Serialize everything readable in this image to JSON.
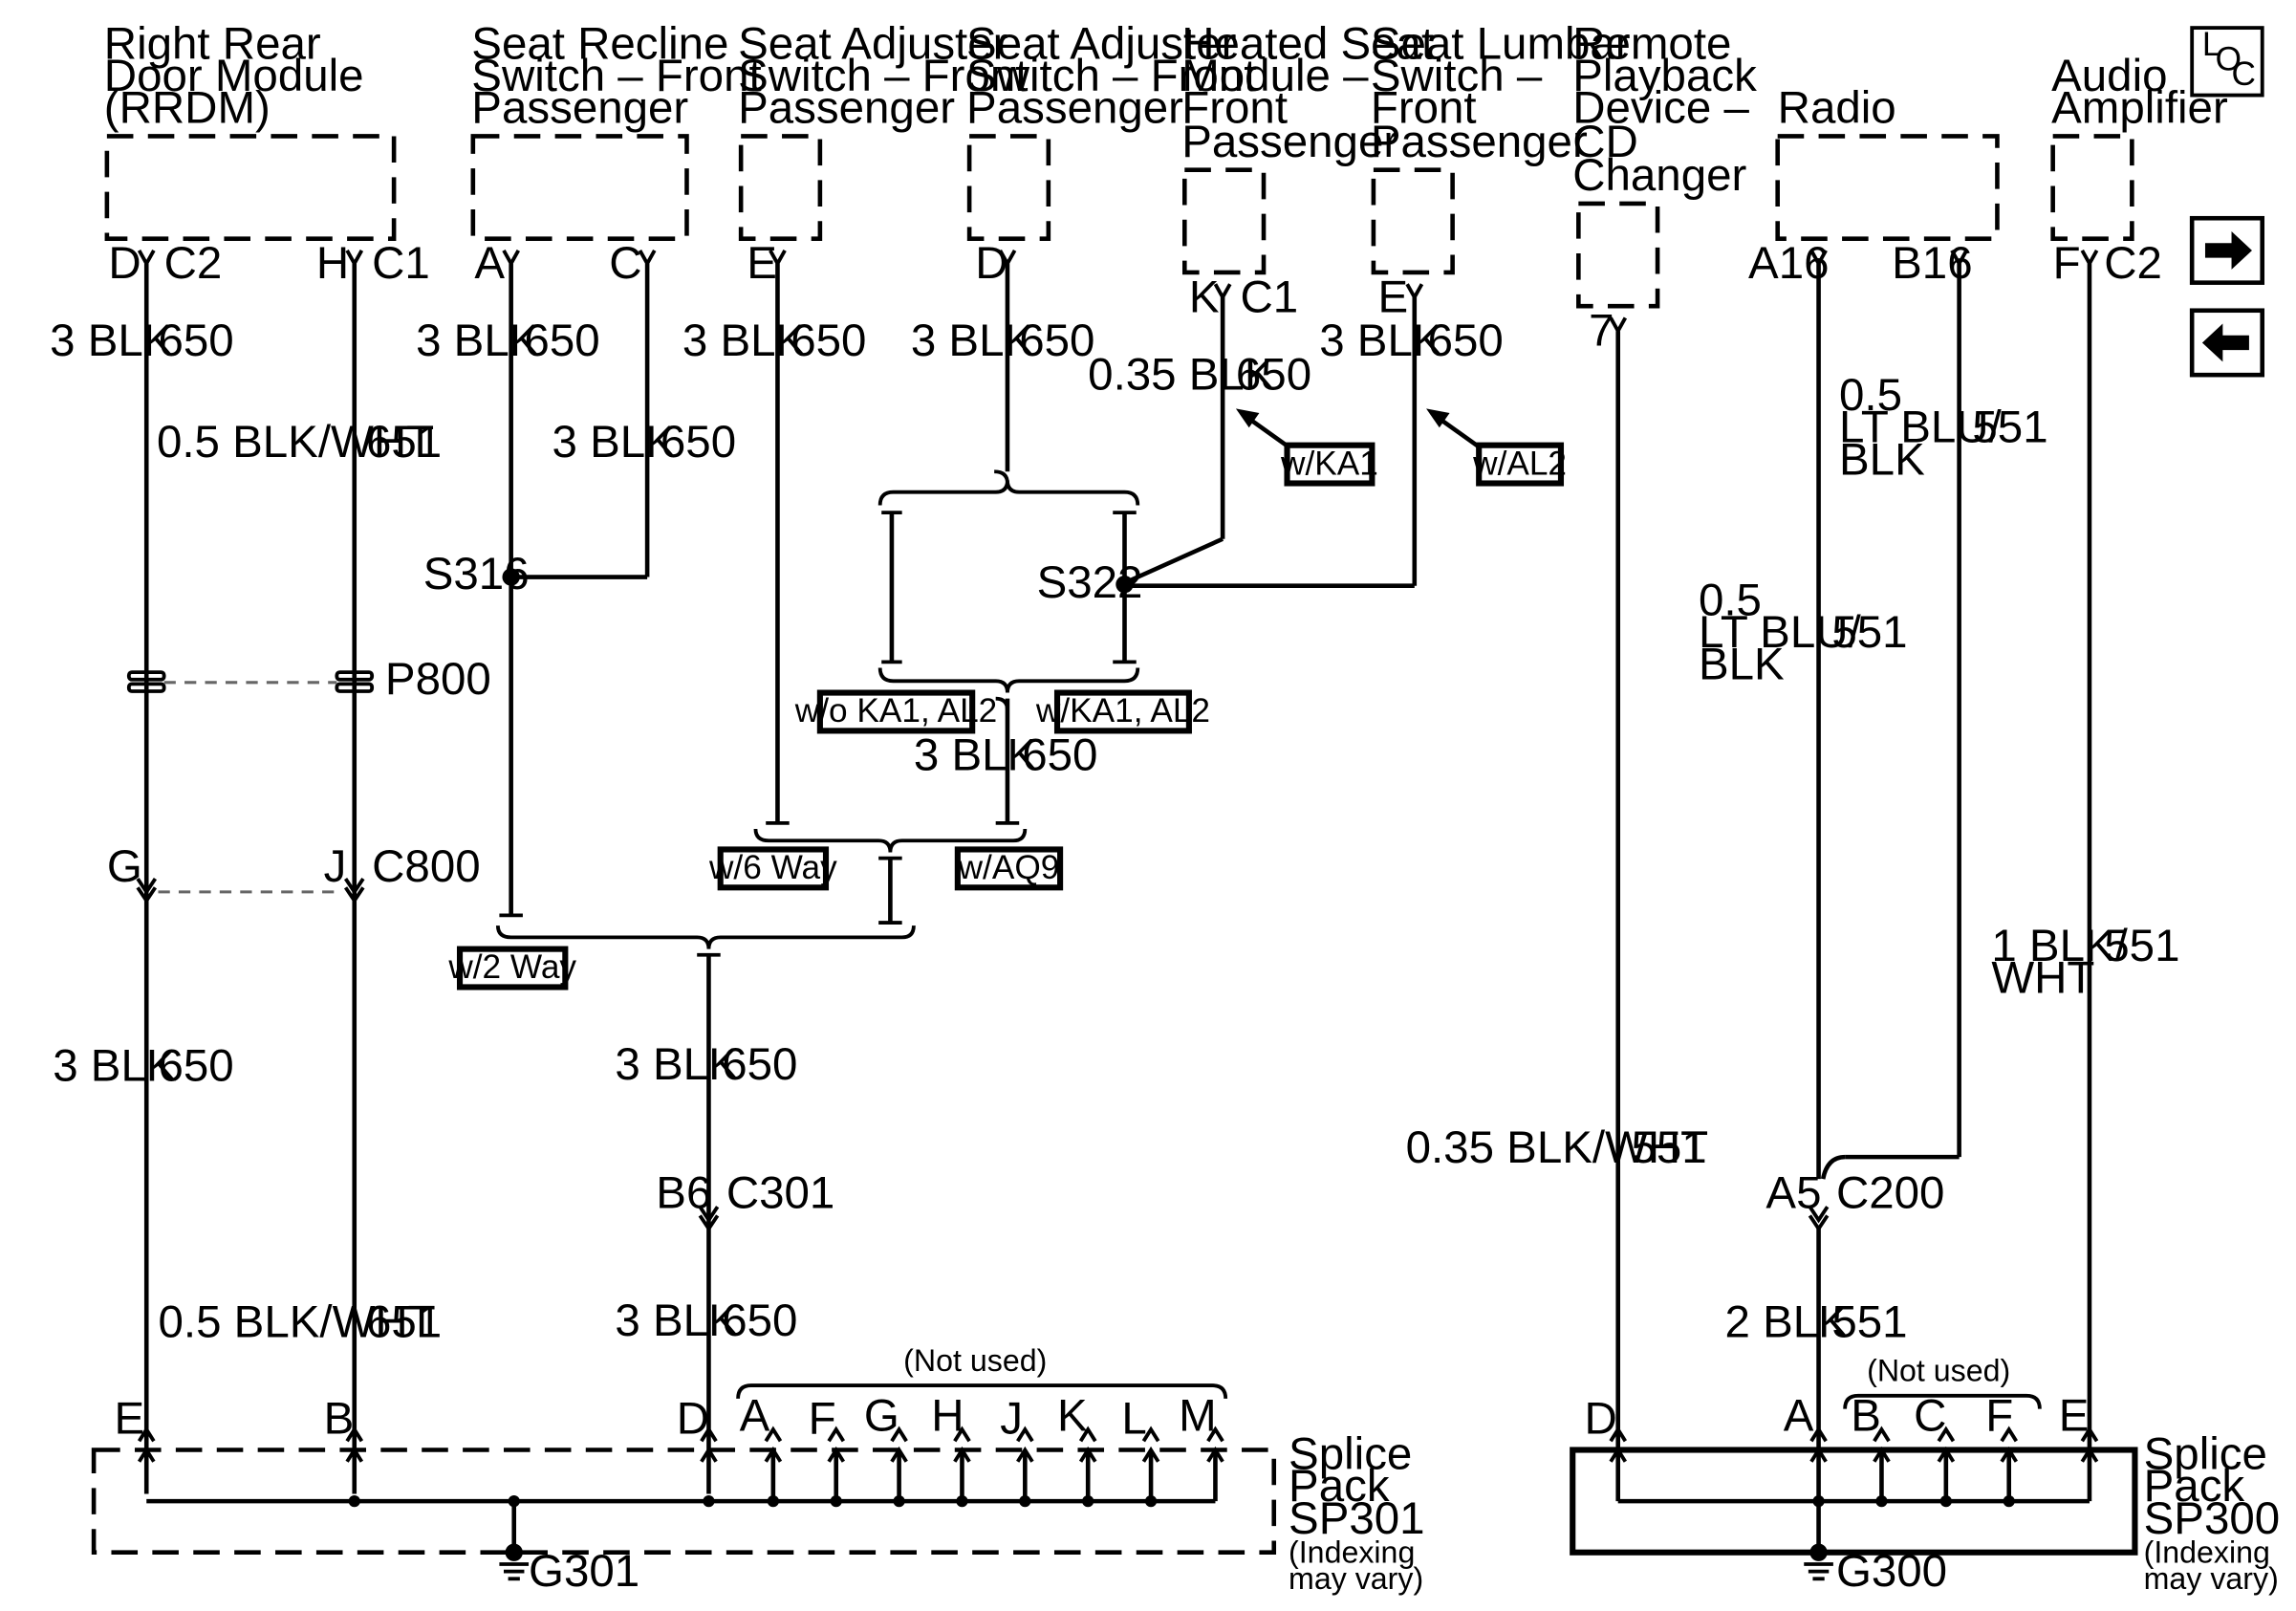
{
  "components": {
    "rrdm": [
      "Right Rear",
      "Door Module",
      "(RRDM)"
    ],
    "seat_recline": [
      "Seat Recline",
      "Switch – Front",
      "Passenger"
    ],
    "seat_adjuster_e": [
      "Seat Adjuster",
      "Switch – Front",
      "Passenger"
    ],
    "seat_adjuster_d": [
      "Seat Adjuster",
      "Switch – Front",
      "Passenger"
    ],
    "heated_seat": [
      "Heated Seat",
      "Module –",
      "Front",
      "Passenger"
    ],
    "seat_lumbar": [
      "Seat Lumbar",
      "Switch –",
      "Front",
      "Passenger"
    ],
    "cd_changer": [
      "Remote",
      "Playback",
      "Device –",
      "CD",
      "Changer"
    ],
    "radio": [
      "Radio"
    ],
    "amplifier": [
      "Audio",
      "Amplifier"
    ]
  },
  "pins": {
    "rrdm_d": "D",
    "rrdm_c2": "C2",
    "rrdm_h": "H",
    "rrdm_c1": "C1",
    "recline_a": "A",
    "recline_c": "C",
    "adjuster_e": "E",
    "adjuster_d": "D",
    "heated_k": "K",
    "heated_c1": "C1",
    "lumbar_e": "E",
    "cd_7": "7",
    "radio_a16": "A16",
    "radio_b16": "B16",
    "amp_f": "F",
    "amp_c2": "C2"
  },
  "wires": {
    "w650_blk3": "3 BLK",
    "w650_circuit": "650",
    "w651_bw": "0.5 BLK/WHT",
    "w651_circuit": "651",
    "w650_035": "0.35 BLK",
    "w551_ltblu_1": "0.5",
    "w551_ltblu_2": "LT BLU/",
    "w551_ltblu_3": "BLK",
    "w551_circuit": "551",
    "w551_035bw": "0.35 BLK/WHT",
    "w551_1bw_1": "1 BLK/",
    "w551_1bw_2": "WHT",
    "w551_2blk": "2 BLK"
  },
  "splices": {
    "s316": "S316",
    "s322": "S322",
    "p800": "P800",
    "c800": "C800",
    "c800_g": "G",
    "c800_j": "J",
    "c301": "C301",
    "c301_b6": "B6",
    "c200": "C200",
    "c200_a5": "A5"
  },
  "options": {
    "wka1": "w/KA1",
    "wal2": "w/AL2",
    "wo_ka1_al2": "w/o KA1, AL2",
    "w_ka1_al2": "w/KA1, AL2",
    "w6way": "w/6 Way",
    "waq9": "w/AQ9",
    "w2way": "w/2 Way"
  },
  "sp301": {
    "title": [
      "Splice",
      "Pack",
      "SP301"
    ],
    "note": [
      "(Indexing",
      "may vary)"
    ],
    "not_used": "(Not used)",
    "pins": [
      "E",
      "B",
      "D",
      "A",
      "F",
      "G",
      "H",
      "J",
      "K",
      "L",
      "M"
    ],
    "ground": "G301"
  },
  "sp300": {
    "title": [
      "Splice",
      "Pack",
      "SP300"
    ],
    "note": [
      "(Indexing",
      "may vary)"
    ],
    "not_used": "(Not used)",
    "pins": [
      "D",
      "A",
      "B",
      "C",
      "F",
      "E"
    ],
    "ground": "G300"
  },
  "nav": {
    "loc_l": "L",
    "loc_o": "O",
    "loc_c": "C"
  }
}
